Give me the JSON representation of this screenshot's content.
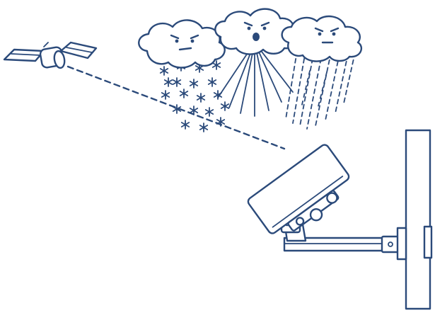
{
  "colors": {
    "stroke": "#2b4a7a",
    "fill": "#ffffff",
    "background": "#ffffff"
  },
  "icons": {
    "satellite": "satellite-icon",
    "cloud_snow": "angry-cloud-icon",
    "cloud_wind": "angry-blowing-cloud-icon",
    "cloud_rain": "angry-cloud-icon",
    "antenna": "panel-antenna-icon",
    "wall": "wall-post-icon"
  },
  "weather": [
    "snow",
    "wind",
    "rain"
  ]
}
